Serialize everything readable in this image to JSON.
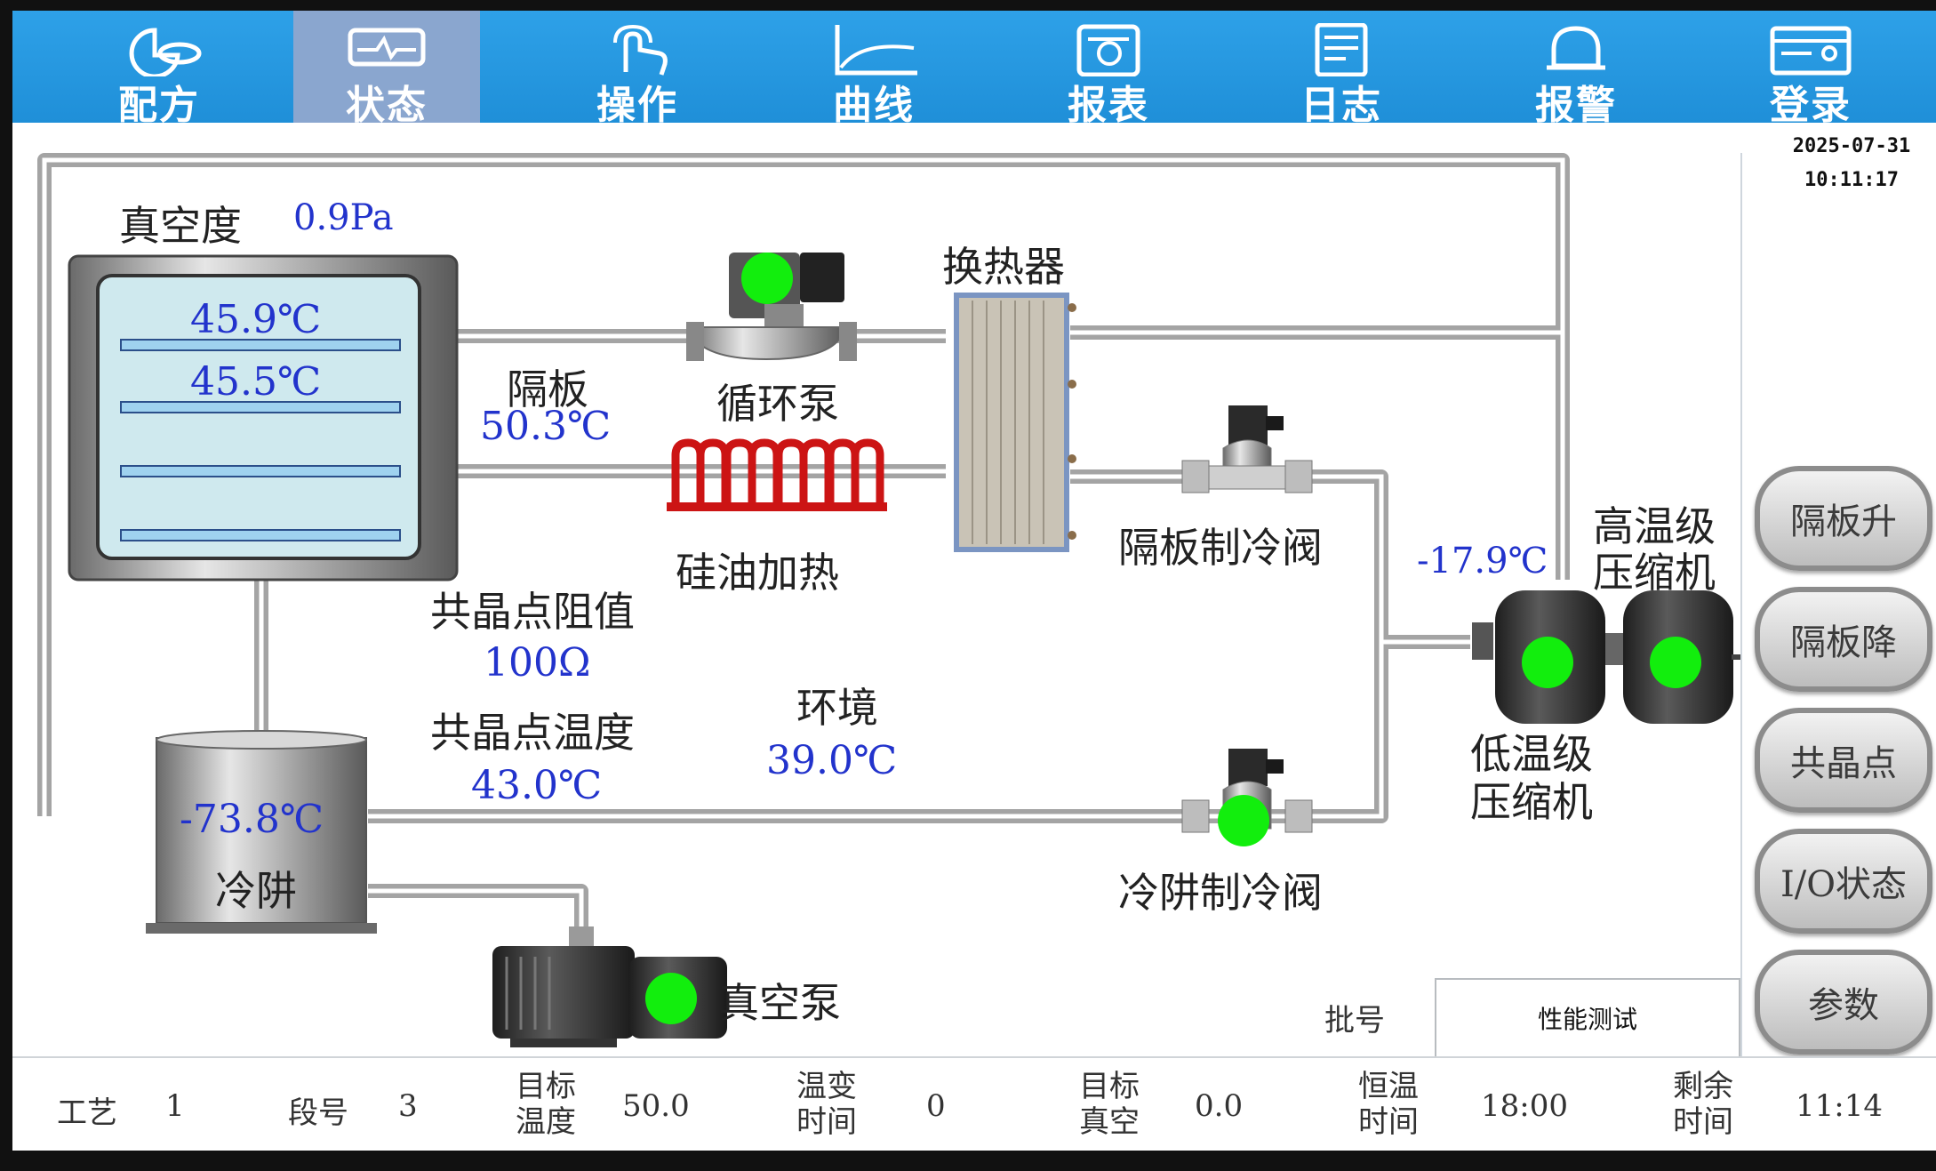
{
  "nav": [
    {
      "id": "recipe",
      "label": "配方"
    },
    {
      "id": "status",
      "label": "状态"
    },
    {
      "id": "operate",
      "label": "操作"
    },
    {
      "id": "curve",
      "label": "曲线"
    },
    {
      "id": "report",
      "label": "报表"
    },
    {
      "id": "log",
      "label": "日志"
    },
    {
      "id": "alarm",
      "label": "报警"
    },
    {
      "id": "login",
      "label": "登录"
    }
  ],
  "datetime": {
    "date": "2025-07-31",
    "time": "10:11:17"
  },
  "process": {
    "vacuum_label": "真空度",
    "vacuum_value": "0.9Pa",
    "chamber_temp1": "45.9℃",
    "chamber_temp2": "45.5℃",
    "shelf_label": "隔板",
    "shelf_temp": "50.3℃",
    "circ_pump": "循环泵",
    "heat_exchanger": "换热器",
    "silicone_heater": "硅油加热",
    "shelf_valve": "隔板制冷阀",
    "eutectic_res_label": "共晶点阻值",
    "eutectic_res_value": "100Ω",
    "eutectic_temp_label": "共晶点温度",
    "eutectic_temp_value": "43.0℃",
    "env_label": "环境",
    "env_value": "39.0℃",
    "compressor_temp": "-17.9℃",
    "hi_comp_line1": "高温级",
    "hi_comp_line2": "压缩机",
    "lo_comp_line1": "低温级",
    "lo_comp_line2": "压缩机",
    "cold_trap_temp": "-73.8℃",
    "cold_trap_label": "冷阱",
    "trap_valve": "冷阱制冷阀",
    "vacuum_pump": "真空泵"
  },
  "side_buttons": [
    "隔板升",
    "隔板降",
    "共晶点",
    "I/O状态",
    "参数"
  ],
  "batch": {
    "label": "批号",
    "value": "性能测试"
  },
  "bottom": {
    "process_label": "工艺",
    "process_value": "1",
    "segment_label": "段号",
    "segment_value": "3",
    "target_temp_l1": "目标",
    "target_temp_l2": "温度",
    "target_temp_value": "50.0",
    "ramp_time_l1": "温变",
    "ramp_time_l2": "时间",
    "ramp_time_value": "0",
    "target_vac_l1": "目标",
    "target_vac_l2": "真空",
    "target_vac_value": "0.0",
    "hold_time_l1": "恒温",
    "hold_time_l2": "时间",
    "hold_time_value": "18:00",
    "remain_time_l1": "剩余",
    "remain_time_l2": "时间",
    "remain_time_value": "11:14"
  },
  "colors": {
    "topbar": "#1f8fd8",
    "nav_active": "#8aa6cf",
    "value_text": "#2233cc",
    "run_indicator": "#12ee0d",
    "heater": "#cc1414"
  }
}
